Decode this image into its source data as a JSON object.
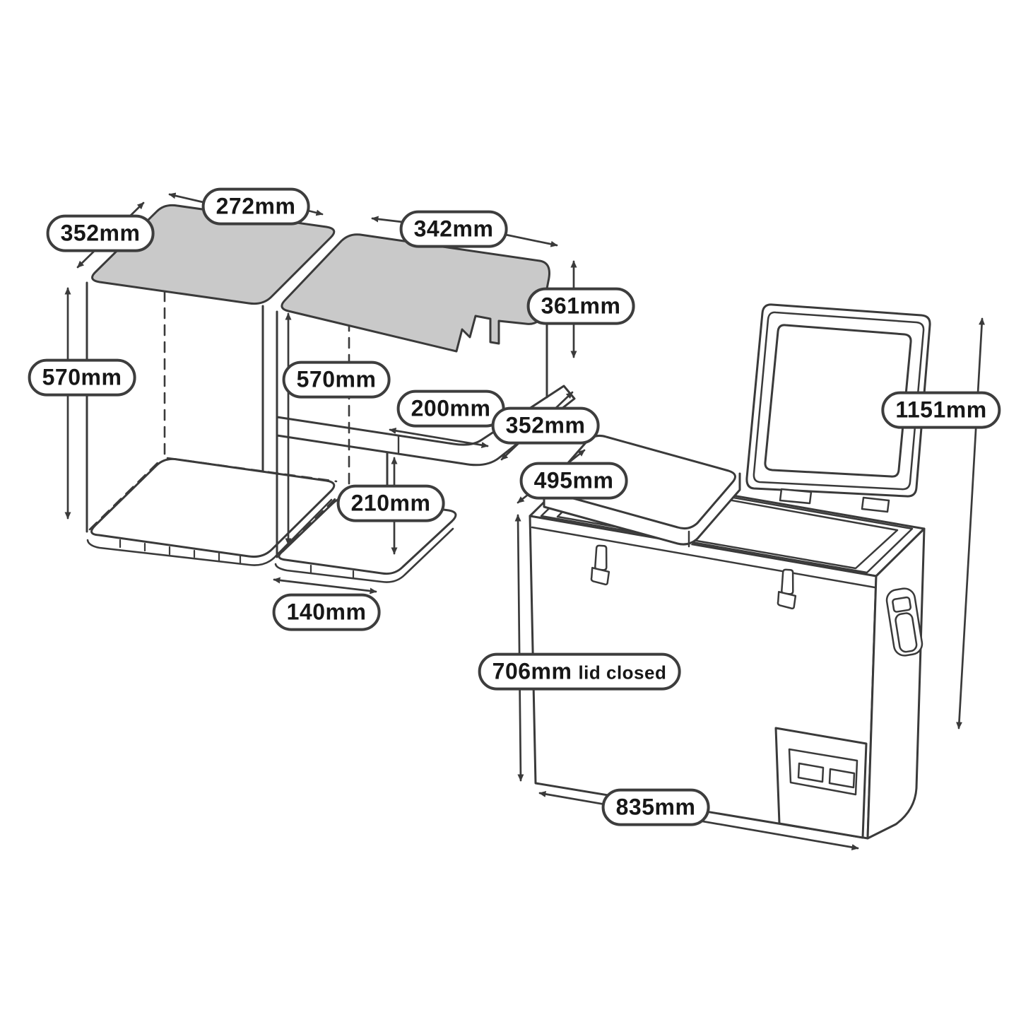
{
  "figure": {
    "description_visible_text_only": true,
    "colors": {
      "line": "#3a3a3a",
      "top_fill": "#c9c9c9",
      "background": "#ffffff"
    }
  },
  "pills": {
    "box1_depth": "352mm",
    "box1_width": "272mm",
    "box1_height": "570mm",
    "box2_width": "342mm",
    "box2_upper_height": "361mm",
    "box2_height": "570mm",
    "box2_step_width": "200mm",
    "box2_step_depth": "352mm",
    "box2_lower_height": "210mm",
    "box2_lower_width": "140mm",
    "fridge_depth": "495mm",
    "fridge_lid_open_height": "1151mm",
    "fridge_height": "706mm",
    "fridge_height_note": "lid closed",
    "fridge_width": "835mm"
  }
}
